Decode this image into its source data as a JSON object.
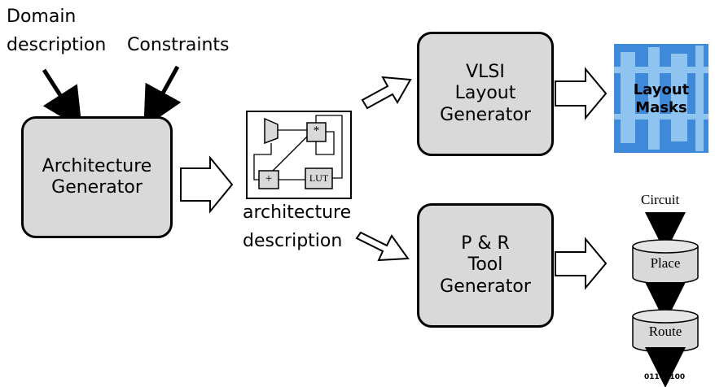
{
  "inputs": {
    "domain_line1": "Domain",
    "domain_line2": "description",
    "constraints": "Constraints"
  },
  "boxes": {
    "architecture_generator": "Architecture\nGenerator",
    "vlsi_layout_generator": "VLSI\nLayout\nGenerator",
    "pr_tool_generator": "P & R\nTool\nGenerator"
  },
  "architecture_description": {
    "line1": "architecture",
    "line2": "description",
    "diagram_nodes": {
      "multiply": "*",
      "add": "+",
      "lut": "LUT"
    }
  },
  "layout_masks": {
    "line1": "Layout",
    "line2": "Masks"
  },
  "pr_flow": {
    "circuit": "Circuit",
    "place": "Place",
    "route": "Route",
    "bitstream": "01101100"
  }
}
